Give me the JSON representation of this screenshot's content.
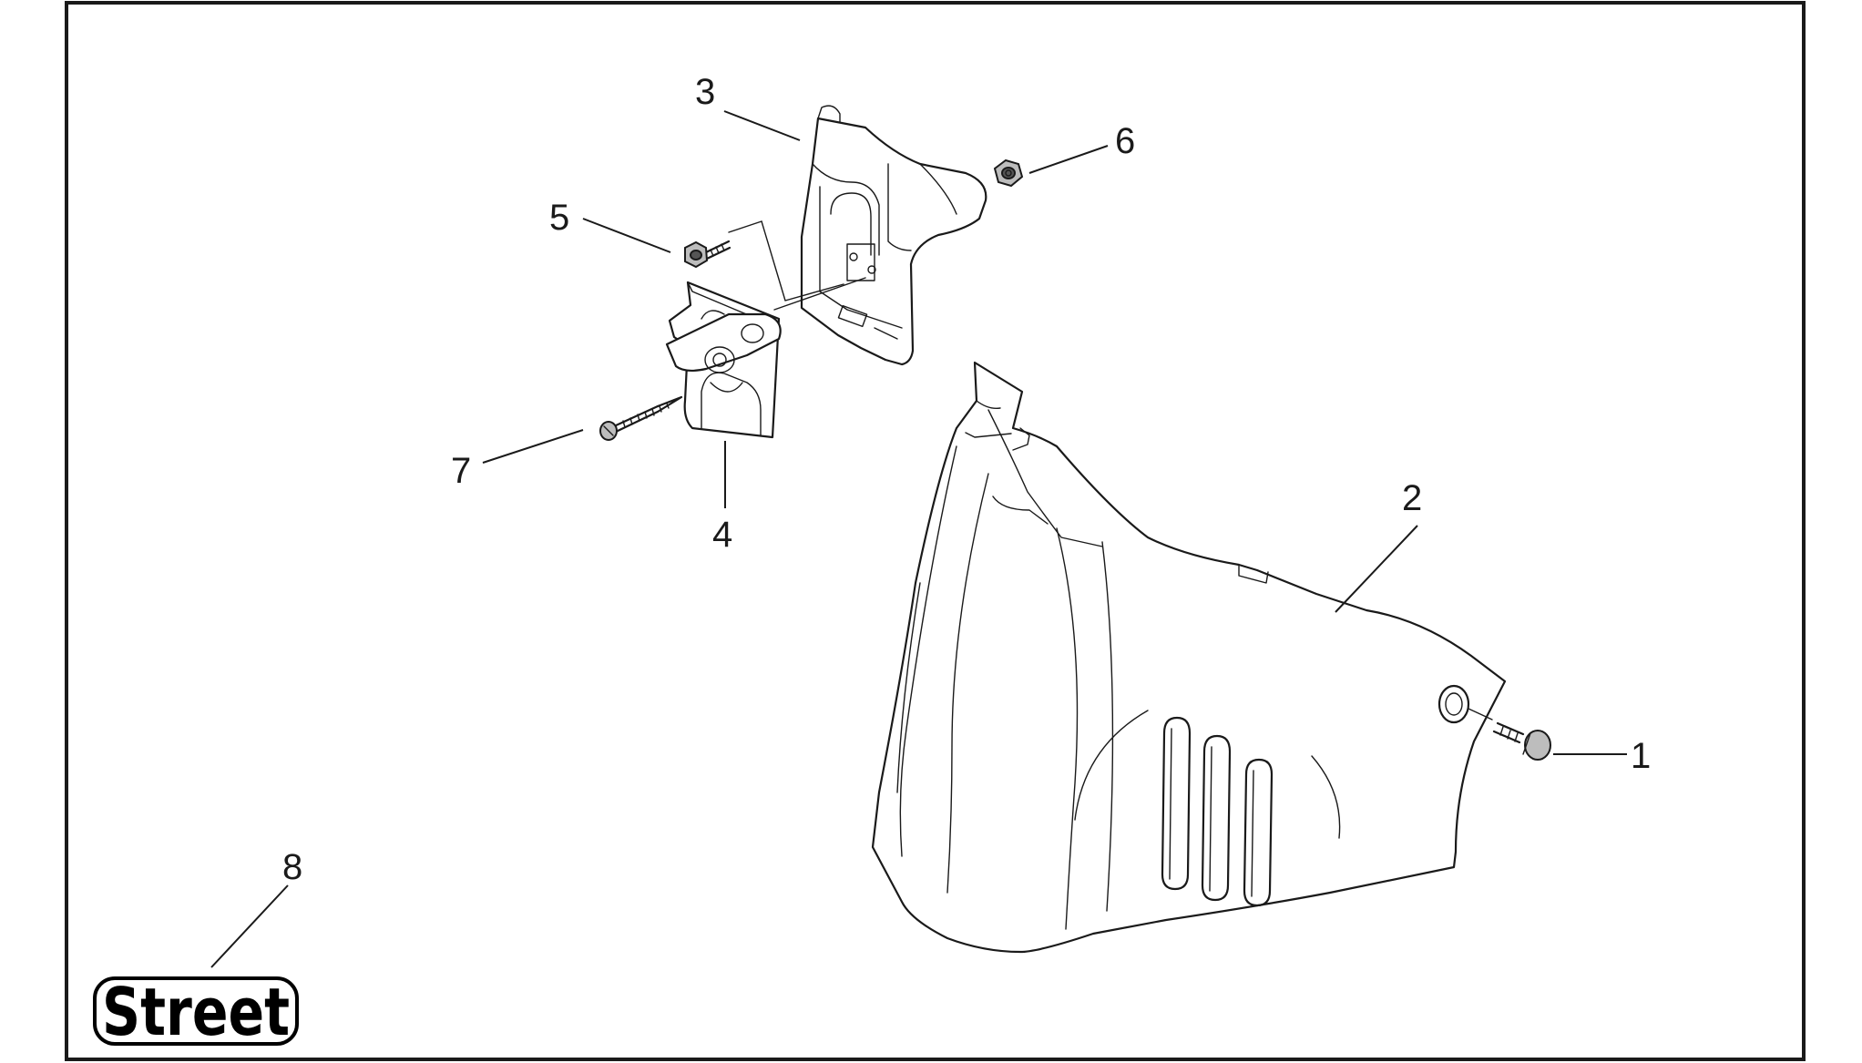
{
  "callouts": [
    {
      "id": "1",
      "label": "1"
    },
    {
      "id": "2",
      "label": "2"
    },
    {
      "id": "3",
      "label": "3"
    },
    {
      "id": "4",
      "label": "4"
    },
    {
      "id": "5",
      "label": "5"
    },
    {
      "id": "6",
      "label": "6"
    },
    {
      "id": "7",
      "label": "7"
    },
    {
      "id": "8",
      "label": "8"
    }
  ],
  "badge": {
    "text": "Street"
  }
}
